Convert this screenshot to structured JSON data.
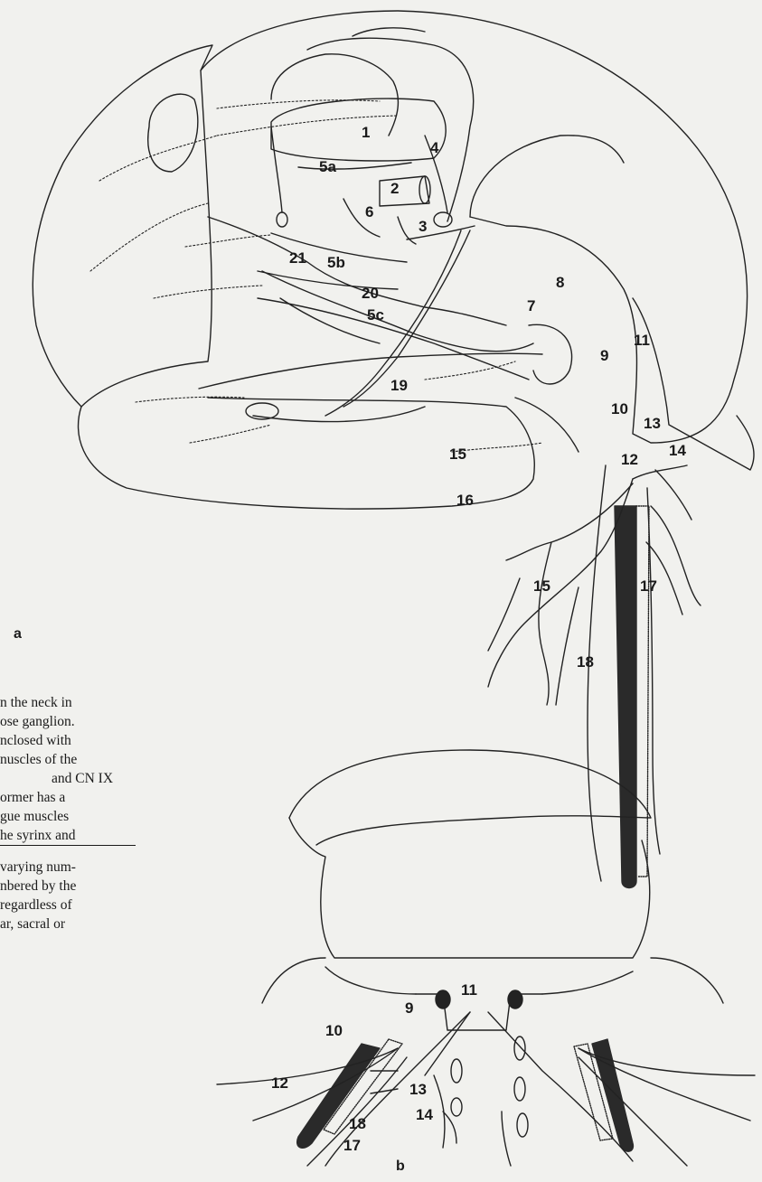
{
  "figure": {
    "panel_a": "a",
    "panel_b": "b",
    "labels_a": [
      "1",
      "2",
      "3",
      "4",
      "5a",
      "6",
      "21",
      "5b",
      "20",
      "5c",
      "7",
      "8",
      "9",
      "11",
      "10",
      "13",
      "12",
      "14",
      "19",
      "15",
      "16",
      "15",
      "17",
      "18"
    ],
    "labels_b": [
      "11",
      "9",
      "10",
      "12",
      "13",
      "14",
      "18",
      "17"
    ]
  },
  "text": {
    "body_lines": [
      "n the neck in",
      "ose ganglion.",
      "nclosed with",
      "nuscles of the",
      "and CN IX",
      "ormer has a",
      "gue muscles",
      "he syrinx and"
    ],
    "footnote_lines": [
      "varying num-",
      "nbered by the",
      "regardless of",
      "ar, sacral or"
    ]
  }
}
